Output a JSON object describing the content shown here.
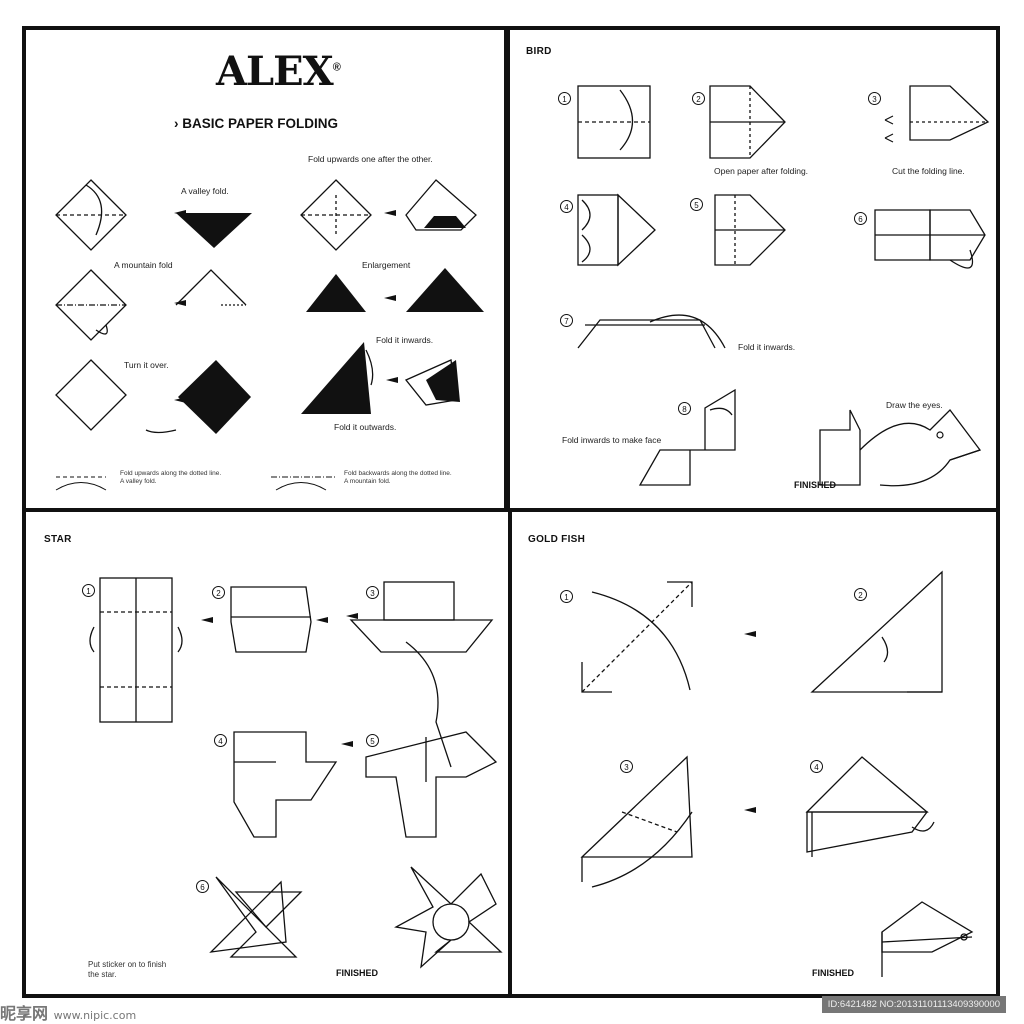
{
  "basic": {
    "logo": "ALEX",
    "logo_mark": "®",
    "heading": "BASIC PAPER FOLDING",
    "valley_fold": "A valley fold.",
    "fold_upwards": "Fold upwards one after the other.",
    "mountain_fold": "A mountain fold",
    "enlargement": "Enlargement",
    "turn_over": "Turn it over.",
    "fold_inwards": "Fold it inwards.",
    "fold_outwards": "Fold it outwards.",
    "legend_valley": [
      "Fold upwards along the dotted line.",
      "A valley fold."
    ],
    "legend_mountain": [
      "Fold backwards along the dotted line.",
      "A mountain fold."
    ]
  },
  "bird": {
    "title": "BIRD",
    "open_paper": "Open paper after folding.",
    "cut_line": "Cut the folding line.",
    "fold_inwards": "Fold it inwards.",
    "fold_face": "Fold inwards to make face",
    "draw_eyes": "Draw the eyes.",
    "finished": "FINISHED"
  },
  "star": {
    "title": "STAR",
    "sticker": [
      "Put sticker on to finish",
      "the star."
    ],
    "finished": "FINISHED"
  },
  "fish": {
    "title": "GOLD FISH",
    "finished": "FINISHED"
  },
  "steps": [
    "1",
    "2",
    "3",
    "4",
    "5",
    "6",
    "7",
    "8"
  ],
  "watermark": {
    "site": "昵享网",
    "url": "www.nipic.com",
    "id": "ID:6421482 NO:20131101113409390000"
  }
}
